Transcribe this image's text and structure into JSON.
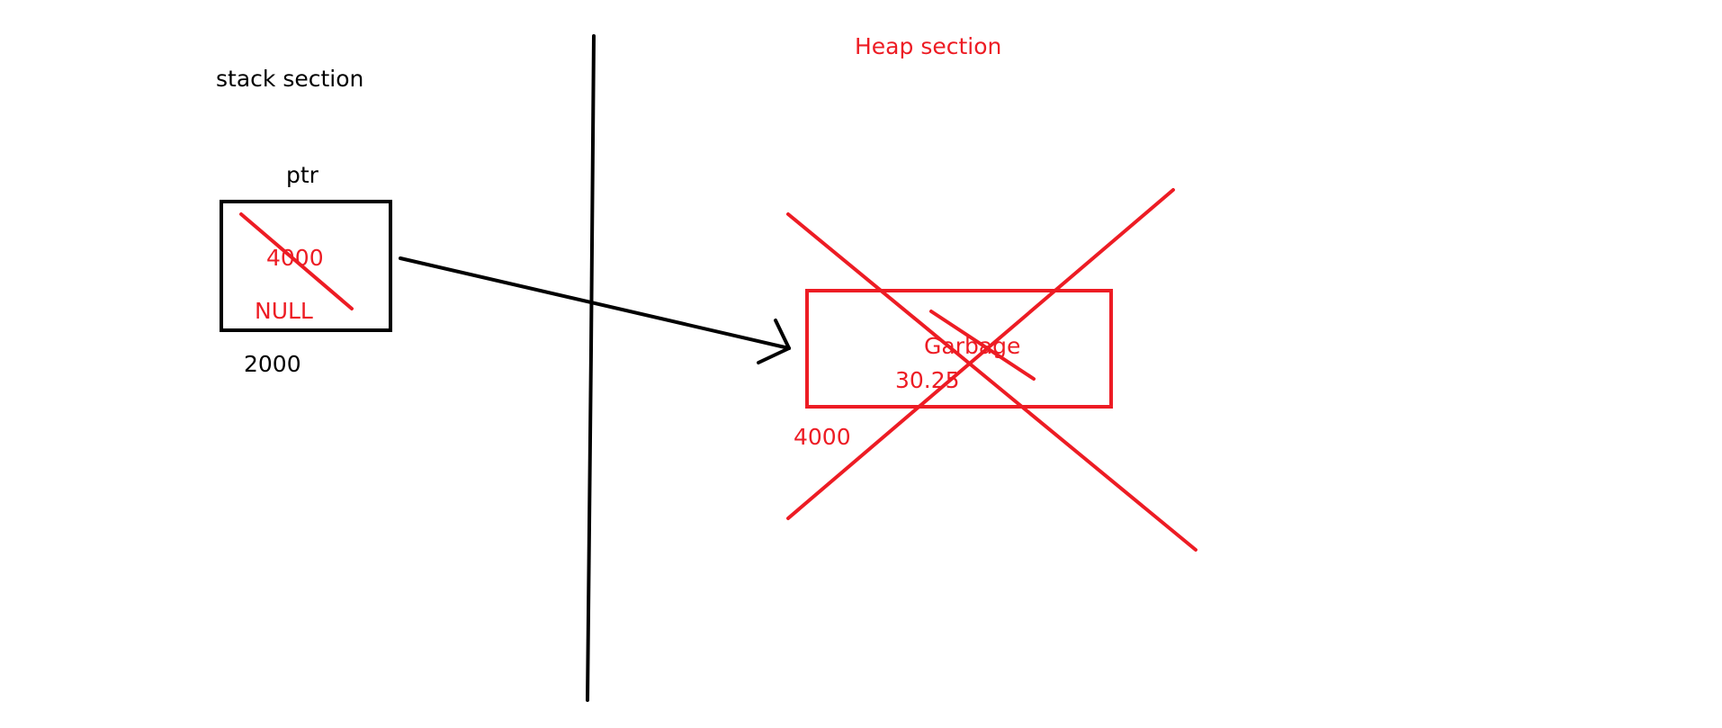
{
  "colors": {
    "ink": "#000000",
    "accent": "#ed1c24",
    "background": "#ffffff"
  },
  "stack": {
    "title": "stack section",
    "variable_name": "ptr",
    "old_value": "4000",
    "new_value": "NULL",
    "address": "2000"
  },
  "heap": {
    "title": "Heap section",
    "label_garbage": "Garbage",
    "value": "30.25",
    "address": "4000"
  }
}
